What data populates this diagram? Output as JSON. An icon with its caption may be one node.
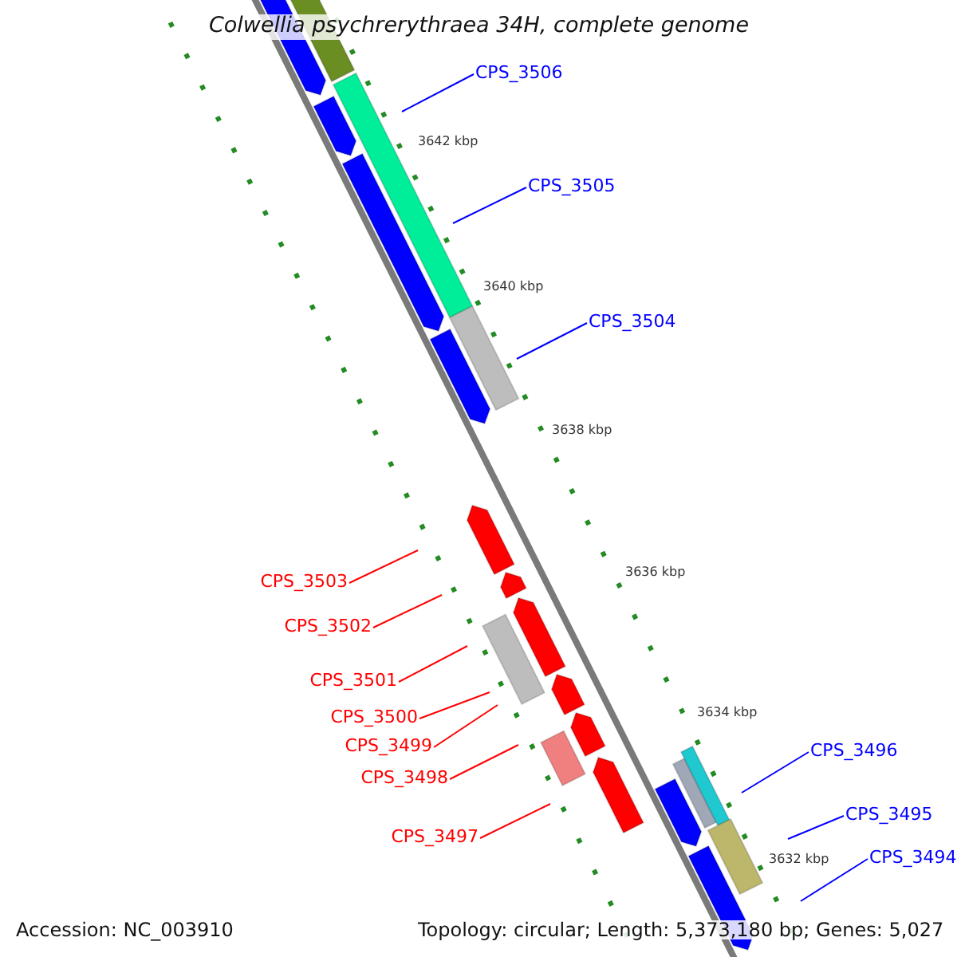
{
  "diagram": {
    "title": "Colwellia psychrerythraea 34H, complete genome",
    "nodes": [
      {
        "text": [
          "CPS_3506"
        ]
      },
      {
        "text": [
          "CPS_3505"
        ]
      },
      {
        "text": [
          "CPS_3504"
        ]
      },
      {
        "text": [
          "CPS_3503"
        ]
      },
      {
        "text": [
          "CPS_3502"
        ]
      },
      {
        "text": [
          "CPS_3501"
        ]
      },
      {
        "text": [
          "CPS_3500"
        ]
      },
      {
        "text": [
          "CPS_3499"
        ]
      },
      {
        "text": [
          "CPS_3498"
        ]
      },
      {
        "text": [
          "CPS_3497"
        ]
      },
      {
        "text": [
          "CPS_3496"
        ]
      },
      {
        "text": [
          "CPS_3495"
        ]
      },
      {
        "text": [
          "CPS_3494"
        ]
      }
    ],
    "edges": [
      {
        "from": 0,
        "to": null,
        "arrow": "none",
        "color": "#0000ff"
      },
      {
        "from": 1,
        "to": null,
        "arrow": "none",
        "color": "#0000ff"
      },
      {
        "from": 2,
        "to": null,
        "arrow": "none",
        "color": "#0000ff"
      },
      {
        "from": 3,
        "to": null,
        "arrow": "none"
      },
      {
        "from": 4,
        "to": null,
        "arrow": "none"
      },
      {
        "from": 5,
        "to": null,
        "arrow": "none"
      },
      {
        "from": 6,
        "to": null,
        "arrow": "none"
      },
      {
        "from": 7,
        "to": null,
        "arrow": "none"
      },
      {
        "from": 8,
        "to": null,
        "arrow": "none"
      },
      {
        "from": 9,
        "to": null,
        "arrow": "none"
      },
      {
        "from": 10,
        "to": null,
        "arrow": "none",
        "color": "#0000ff"
      },
      {
        "from": 11,
        "to": null,
        "arrow": "none",
        "color": "#0000ff"
      },
      {
        "from": 12,
        "to": null,
        "arrow": "none",
        "color": "#0000ff"
      }
    ],
    "labels": [
      "3642 kbp",
      "3640 kbp",
      "3638 kbp",
      "3636 kbp",
      "3634 kbp",
      "3632 kbp",
      "Accession: NC_003910",
      "Topology: circular; Length: 5,373,180 bp; Genes: 5,027"
    ]
  }
}
